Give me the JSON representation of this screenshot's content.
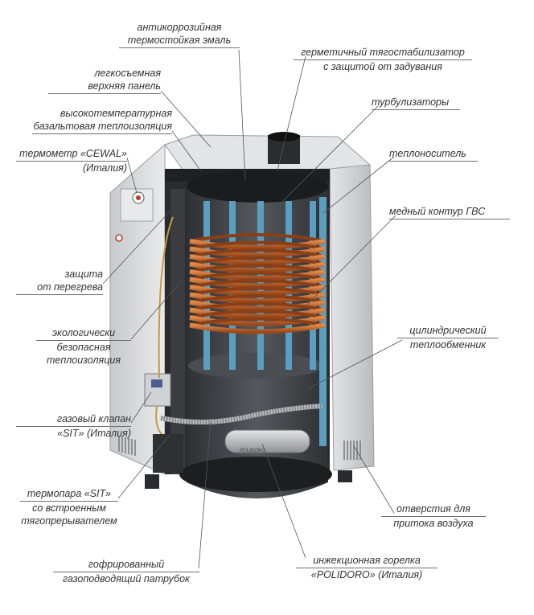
{
  "colors": {
    "label_text": "#333333",
    "leader_line": "#555555",
    "casing": "#d9dadc",
    "casing_dark": "#a9abae",
    "insulation": "#2a2b2e",
    "chamber": "#3c3e42",
    "copper": "#c0632a",
    "turbulizer": "#5a9fc0",
    "brass": "#c89a3a"
  },
  "labels": {
    "enamel": [
      "антикоррозийная",
      "термостойкая эмаль"
    ],
    "top_panel": [
      "легкосъемная",
      "верхняя панель"
    ],
    "basalt": [
      "высокотемпературная",
      "базальтовая теплоизоляция"
    ],
    "thermometer": [
      "термометр «CEWAL»",
      "(Италия)"
    ],
    "overheat": [
      "защита",
      "от перегрева"
    ],
    "eco_insulation": [
      "экологически",
      "безопасная",
      "теплоизоляция"
    ],
    "gas_valve": [
      "газовый клапан",
      "«SIT» (Италия)"
    ],
    "thermocouple": [
      "термопара «SIT»",
      "со встроенным",
      "тягопрерывателем"
    ],
    "gas_pipe": [
      "гофрированный",
      "газоподводящий патрубок"
    ],
    "stabilizer": [
      "герметичный тягостабилизатор",
      "с защитой от задувания"
    ],
    "turbulizers": [
      "турбулизаторы"
    ],
    "coolant": [
      "теплоноситель"
    ],
    "copper_dhw": [
      "медный контур ГВС"
    ],
    "heat_exchanger": [
      "цилиндрический",
      "теплообменник"
    ],
    "air_holes": [
      "отверстия для",
      "притока воздуха"
    ],
    "burner": [
      "инжекционная горелка",
      "«POLIDORO» (Италия)"
    ]
  },
  "burner_marking": "POLIDORO"
}
